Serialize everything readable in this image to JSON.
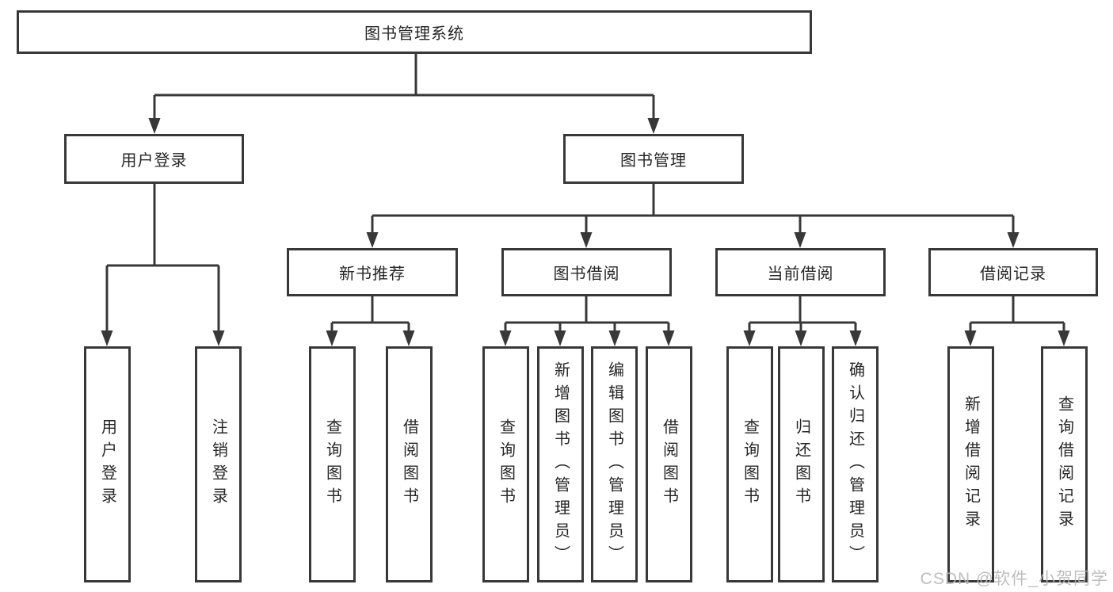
{
  "page": {
    "watermark": "CSDN @软件_小贺同学"
  },
  "colors": {
    "line": "#383838",
    "text": "#262626",
    "background": "#ffffff",
    "watermark": "#b7b7b7"
  },
  "tree": {
    "root": {
      "label": "图书管理系统"
    },
    "branches": [
      {
        "label": "用户登录",
        "children": [
          {
            "label": "用户登录"
          },
          {
            "label": "注销登录"
          }
        ]
      },
      {
        "label": "图书管理",
        "children": [
          {
            "label": "新书推荐",
            "children": [
              {
                "label": "查询图书"
              },
              {
                "label": "借阅图书"
              }
            ]
          },
          {
            "label": "图书借阅",
            "children": [
              {
                "label": "查询图书"
              },
              {
                "label": "新增图书（管理员）"
              },
              {
                "label": "编辑图书（管理员）"
              },
              {
                "label": "借阅图书"
              }
            ]
          },
          {
            "label": "当前借阅",
            "children": [
              {
                "label": "查询图书"
              },
              {
                "label": "归还图书"
              },
              {
                "label": "确认归还（管理员）"
              }
            ]
          },
          {
            "label": "借阅记录",
            "children": [
              {
                "label": "新增借阅记录"
              },
              {
                "label": "查询借阅记录"
              }
            ]
          }
        ]
      }
    ]
  }
}
